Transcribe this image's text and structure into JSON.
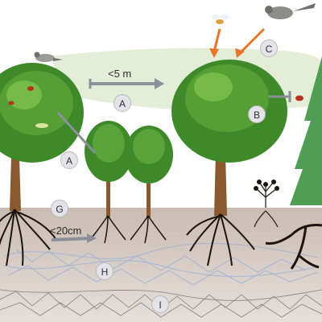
{
  "diagram": {
    "labels": {
      "A_top": "A",
      "A_left": "A",
      "B": "B",
      "C": "C",
      "G": "G",
      "H": "H",
      "I": "I"
    },
    "distances": {
      "above_ground": "<5 m",
      "below_ground": "<20cm"
    },
    "colors": {
      "sky_band": "#dfe9d0",
      "soil_top": "#c9bcb3",
      "soil_bottom": "#ded6d0",
      "foliage_dark": "#3e8a2b",
      "foliage_light": "#7fbf4a",
      "trunk": "#8a5a2e",
      "root": "#1c1410",
      "dispersal_arrow": "#e8752a",
      "distance_arrow": "#8a8f99",
      "mycelium": "#9fb3d6",
      "conifer": "#4f9e54"
    }
  }
}
